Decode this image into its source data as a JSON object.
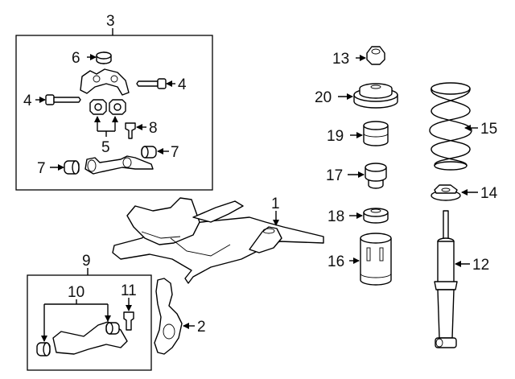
{
  "callouts": {
    "c1": "1",
    "c2": "2",
    "c3": "3",
    "c4a": "4",
    "c4b": "4",
    "c5": "5",
    "c6": "6",
    "c7a": "7",
    "c7b": "7",
    "c8": "8",
    "c9": "9",
    "c10": "10",
    "c11": "11",
    "c12": "12",
    "c13": "13",
    "c14": "14",
    "c15": "15",
    "c16": "16",
    "c17": "17",
    "c18": "18",
    "c19": "19",
    "c20": "20"
  }
}
